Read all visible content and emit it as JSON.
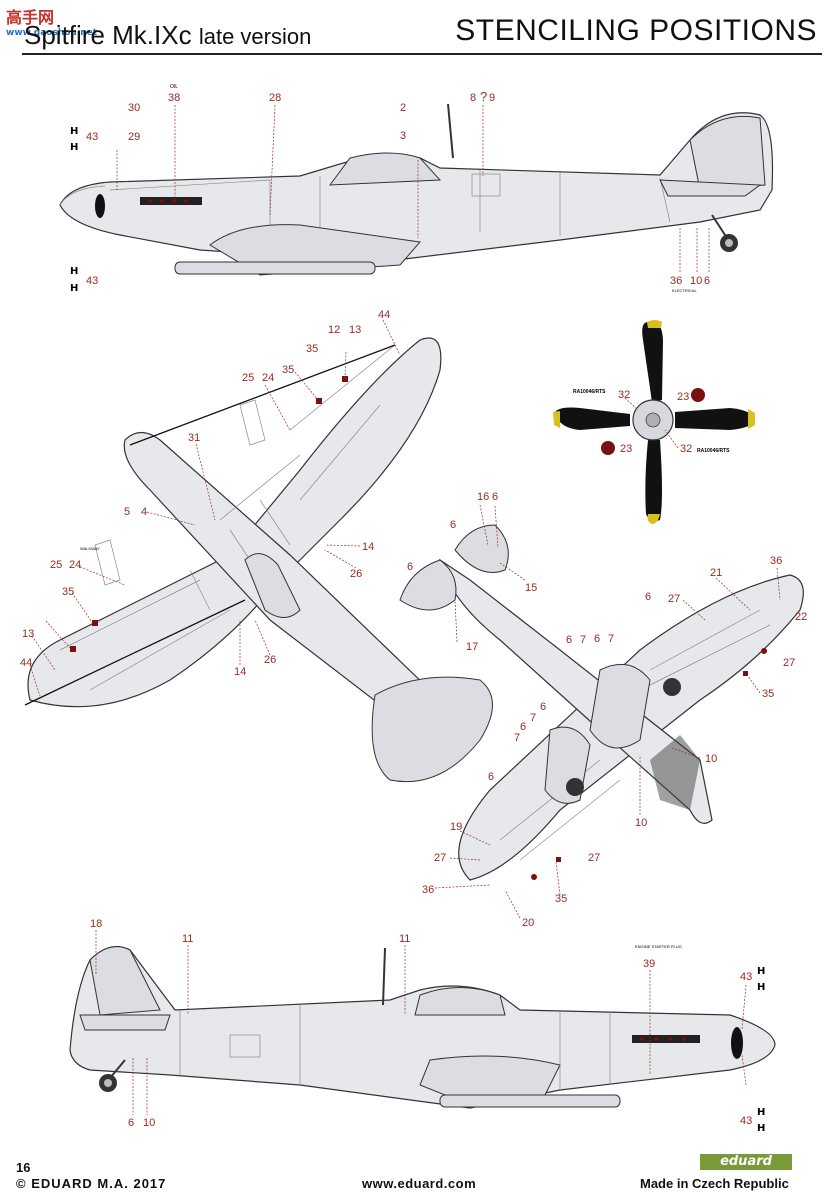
{
  "watermark": {
    "text": "高手网",
    "sub": "www.gaoshou.net"
  },
  "header": {
    "title": "Spitfire Mk.IXc",
    "title_suffix": "late version",
    "section": "STENCILING POSITIONS"
  },
  "stencil_texts": {
    "oil": "OIL",
    "prop_code_a": "RA10046/RTS",
    "prop_code_b": "RA10046/RTS",
    "walkway": "WALKWAY",
    "electrical": "ELECTRICAL",
    "engine_starter_plug": "ENGINE STARTER PLUG"
  },
  "callouts": {
    "top_side": [
      "30",
      "29",
      "38",
      "28",
      "2",
      "3",
      "8",
      "?",
      "9",
      "43",
      "43",
      "36",
      "10",
      "6"
    ],
    "top_view": [
      "44",
      "12",
      "13",
      "35",
      "25",
      "24",
      "35",
      "31",
      "5",
      "4",
      "14",
      "26",
      "25",
      "24",
      "35",
      "13",
      "44",
      "14",
      "26"
    ],
    "propeller": [
      "32",
      "23",
      "23",
      "32"
    ],
    "underside": [
      "16",
      "6",
      "6",
      "6",
      "15",
      "17",
      "36",
      "21",
      "22",
      "27",
      "6",
      "27",
      "35",
      "6",
      "7",
      "6",
      "7",
      "6",
      "7",
      "6",
      "7",
      "10",
      "10",
      "6",
      "19",
      "27",
      "27",
      "36",
      "35",
      "20"
    ],
    "bottom_side": [
      "18",
      "11",
      "11",
      "39",
      "43",
      "43",
      "6",
      "10"
    ]
  },
  "footer": {
    "page": "16",
    "copyright": "© EDUARD  M.A. 2017",
    "website": "www.eduard.com",
    "made_in": "Made in Czech Republic",
    "logo": "eduard"
  }
}
